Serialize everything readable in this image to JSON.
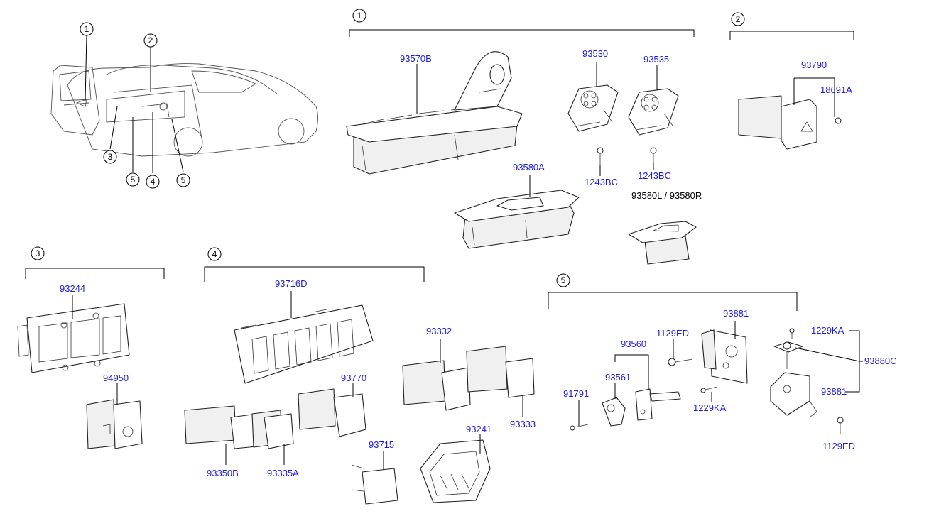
{
  "groups": {
    "g1": "1",
    "g2": "2",
    "g3": "3",
    "g4": "4",
    "g5": "5"
  },
  "car_callouts": {
    "c1": "1",
    "c2": "2",
    "c3": "3",
    "c4": "4",
    "c5a": "5",
    "c5b": "5"
  },
  "parts": {
    "p93570B": "93570B",
    "p93530": "93530",
    "p93535": "93535",
    "p1243BC_a": "1243BC",
    "p1243BC_b": "1243BC",
    "p93580A": "93580A",
    "p93580LR": "93580L / 93580R",
    "p93790": "93790",
    "p18691A": "18691A",
    "p93244": "93244",
    "p94950": "94950",
    "p93716D": "93716D",
    "p93770": "93770",
    "p93332": "93332",
    "p93333": "93333",
    "p93350B": "93350B",
    "p93335A": "93335A",
    "p93715": "93715",
    "p93241": "93241",
    "p1129ED_a": "1129ED",
    "p93881_a": "93881",
    "p93560": "93560",
    "p93561": "93561",
    "p91791": "91791",
    "p1229KA_a": "1229KA",
    "p1229KA_b": "1229KA",
    "p93880C": "93880C",
    "p93881_b": "93881",
    "p1129ED_b": "1129ED"
  },
  "colors": {
    "label_blue": "#1a1ae6",
    "line": "#000000"
  }
}
